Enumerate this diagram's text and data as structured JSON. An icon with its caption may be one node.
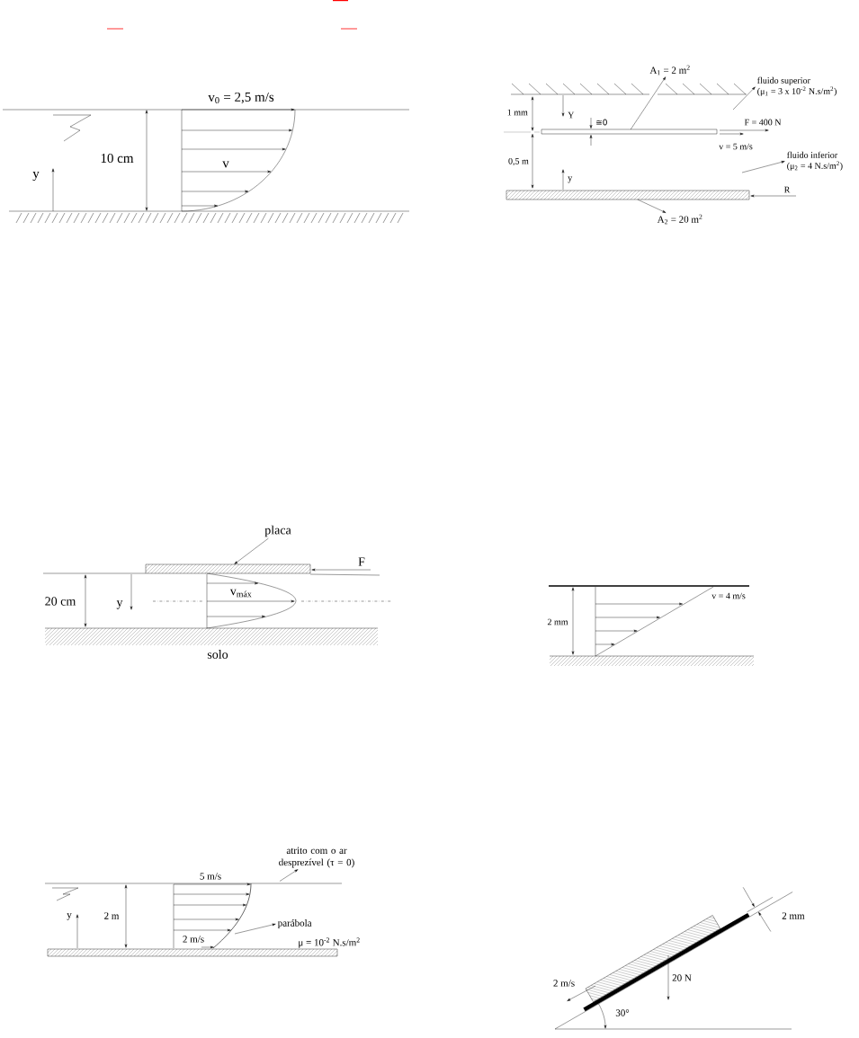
{
  "diagram": {
    "nodes": [
      {
        "text": [
          "A$_{1}$ = 2 m$^{2}$"
        ]
      },
      {
        "text": [
          "fluido superior",
          "(μ$_{1}$ = 3 x 10$^{-2}$ N.s/m$^{2}$)"
        ]
      },
      {
        "text": [],
        "shape": "bar"
      },
      {
        "text": [
          "fluido inferior",
          "(μ$_{2}$ = 4 N.s/m$^{2}$)"
        ]
      },
      {
        "text": [],
        "shape": "bar"
      },
      {
        "text": [
          "A$_{2}$ = 20 m$^{2}$"
        ]
      },
      {
        "text": [
          "placa"
        ]
      },
      {
        "text": [],
        "shape": "bar"
      },
      {
        "text": [
          "atrito com o ar desprezível (τ = 0)"
        ]
      },
      {
        "text": [
          "parábola"
        ]
      }
    ],
    "edges": [
      {
        "from": 2,
        "to": 0,
        "arrow": "to"
      },
      {
        "from": null,
        "to": 1,
        "arrow": "to"
      },
      {
        "from": null,
        "to": 3,
        "arrow": "to"
      },
      {
        "from": 4,
        "to": 5,
        "arrow": "to"
      },
      {
        "from": 6,
        "to": 7,
        "arrow": "to"
      },
      {
        "from": null,
        "to": 8,
        "arrow": "to"
      },
      {
        "from": null,
        "to": 9,
        "arrow": "to"
      }
    ],
    "labels": [
      "v$_{0}$ = 2,5 m/s",
      "10 cm",
      "v",
      "y",
      "1 mm",
      "Y",
      "≅0",
      "F = 400 N",
      "v = 5 m/s",
      "0,5 m",
      "y",
      "R",
      "20 cm",
      "y",
      "v$_{máx}$",
      "F",
      "solo",
      "v = 4 m/s",
      "2 mm",
      "5 m/s",
      "y",
      "2 m",
      "2 m/s",
      "μ = 10$^{-2}$ N.s/m$^{2}$",
      "2 mm",
      "2 m/s",
      "20 N",
      "30°"
    ]
  }
}
